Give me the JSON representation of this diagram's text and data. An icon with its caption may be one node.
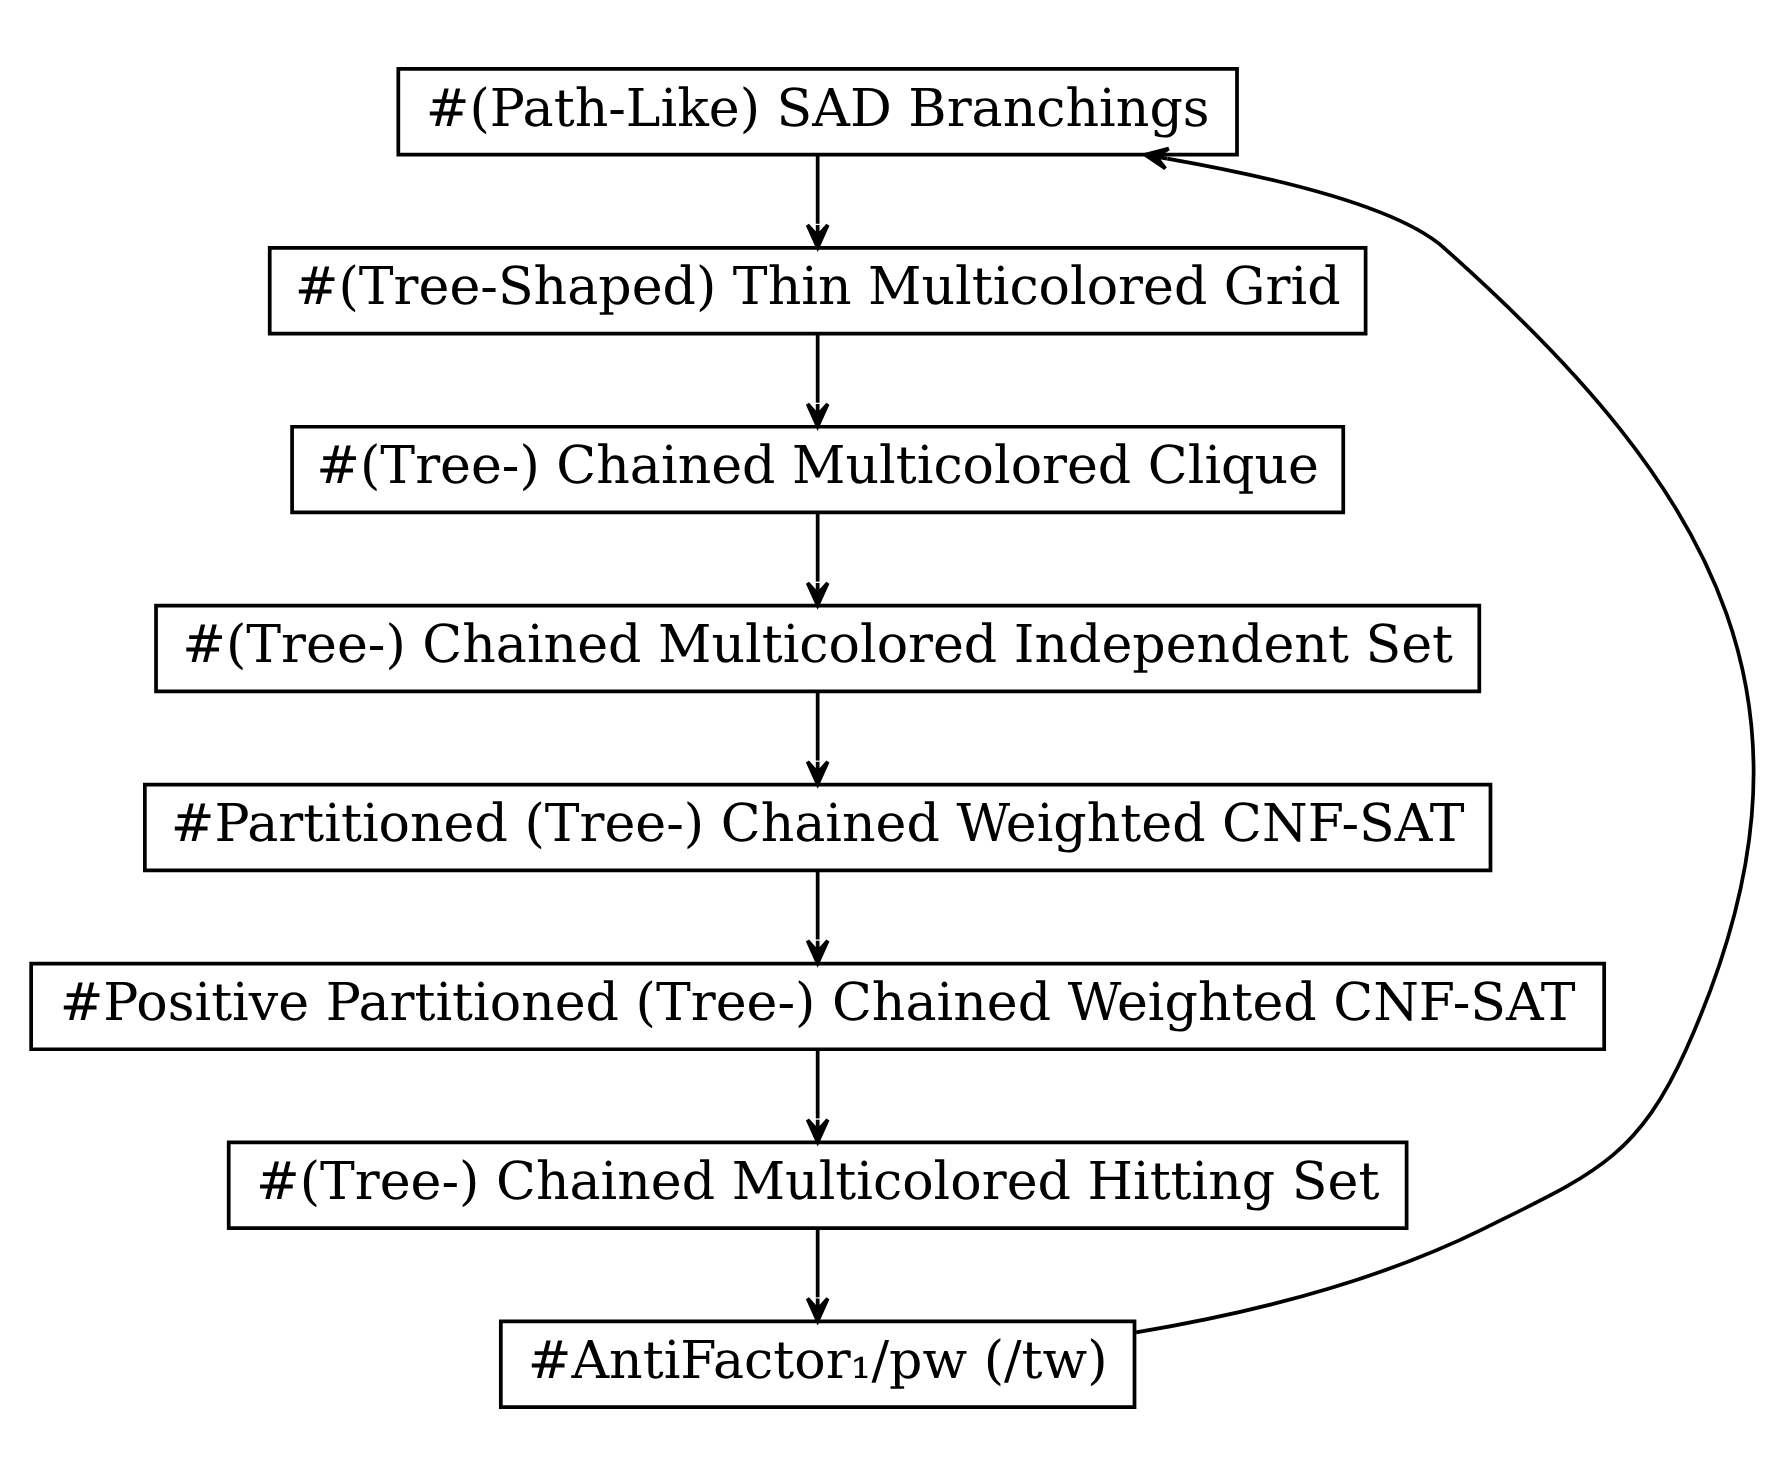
{
  "diagram": {
    "nodes": [
      {
        "text": [
          "#(Path-Like) SAD Branchings"
        ]
      },
      {
        "text": [
          "#(Tree-Shaped) Thin Multicolored Grid"
        ]
      },
      {
        "text": [
          "#(Tree-) Chained Multicolored Clique"
        ]
      },
      {
        "text": [
          "#(Tree-) Chained Multicolored Independent Set"
        ]
      },
      {
        "text": [
          "#Partitioned (Tree-) Chained Weighted CNF-SAT"
        ]
      },
      {
        "text": [
          "#Positive Partitioned (Tree-) Chained Weighted CNF-SAT"
        ]
      },
      {
        "text": [
          "#(Tree-) Chained Multicolored Hitting Set"
        ]
      },
      {
        "text": [
          "#AntiFactor₁/pw (/tw)"
        ]
      }
    ],
    "edges": [
      {
        "from": 0,
        "to": 1,
        "arrow": "to"
      },
      {
        "from": 1,
        "to": 2,
        "arrow": "to"
      },
      {
        "from": 2,
        "to": 3,
        "arrow": "to"
      },
      {
        "from": 3,
        "to": 4,
        "arrow": "to"
      },
      {
        "from": 4,
        "to": 5,
        "arrow": "to"
      },
      {
        "from": 5,
        "to": 6,
        "arrow": "to"
      },
      {
        "from": 6,
        "to": 7,
        "arrow": "to"
      },
      {
        "from": 7,
        "to": 0,
        "arrow": "to"
      }
    ]
  }
}
